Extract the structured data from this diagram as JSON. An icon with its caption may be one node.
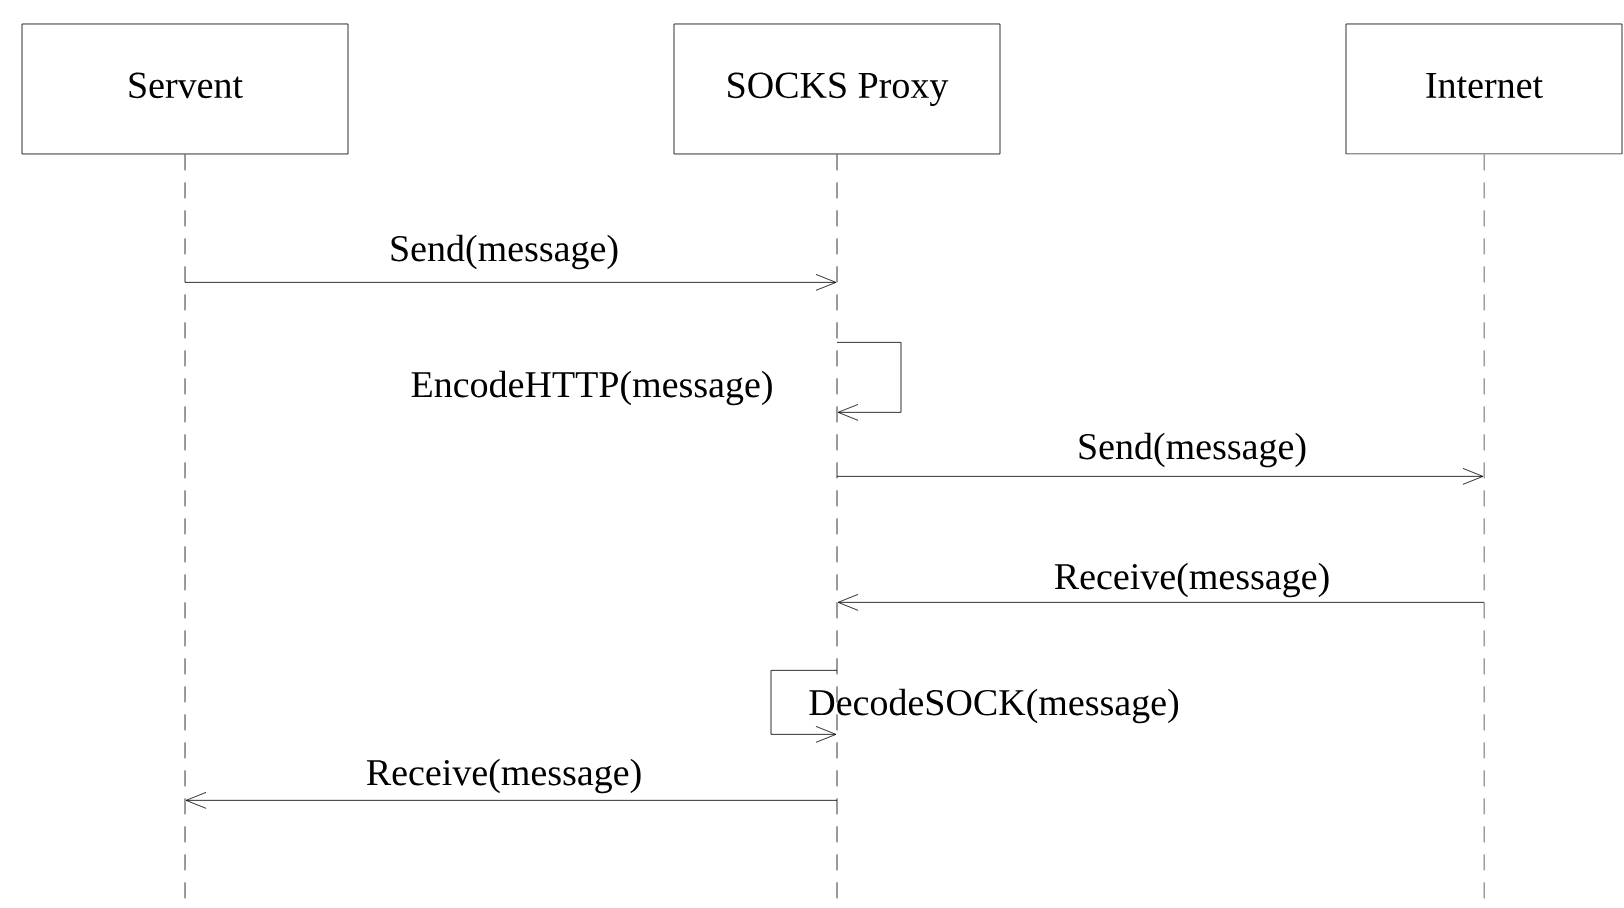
{
  "diagram": {
    "nodes": [
      {
        "text": [
          "Servent"
        ]
      },
      {
        "text": [
          "SOCKS Proxy"
        ]
      },
      {
        "text": [
          "Internet"
        ]
      }
    ],
    "edges": [
      {
        "from": 0,
        "to": 1,
        "arrow": "to",
        "label": "Send(message)"
      },
      {
        "from": 1,
        "to": 1,
        "arrow": "to",
        "label": "EncodeHTTP(message)"
      },
      {
        "from": 1,
        "to": 2,
        "arrow": "to",
        "label": "Send(message)"
      },
      {
        "from": 2,
        "to": 1,
        "arrow": "to",
        "label": "Receive(message)"
      },
      {
        "from": 1,
        "to": 1,
        "arrow": "to",
        "label": "DecodeSOCK(message)"
      },
      {
        "from": 1,
        "to": 0,
        "arrow": "to",
        "label": "Receive(message)"
      }
    ]
  }
}
